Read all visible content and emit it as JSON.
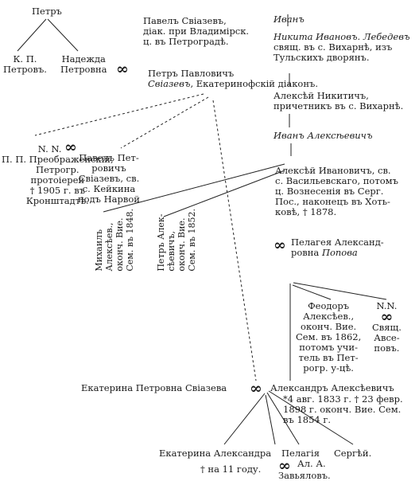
{
  "symbol": "∞",
  "nodes": {
    "petr_root": "Петръ",
    "kp": [
      "К. П.",
      "Петровъ."
    ],
    "nadezhda": [
      "Надежда",
      "Петровна"
    ],
    "pavel_sr": [
      "Павелъ Свіазевъ,",
      "діак. при Владимірск.",
      "ц. въ Петроградѣ."
    ],
    "petr_p": [
      "Петръ Павловичъ",
      "Свіазевъ, Екатеринофскій діаконъ."
    ],
    "petr_p_name": "Петръ Павловичъ",
    "petr_p_surname": "Свіазевъ",
    "petr_p_rest": ", Екатеринофскій діаконъ.",
    "ivan_sr": "Иванъ",
    "nikita": [
      "Никита Ивановъ. Лебедевъ",
      "свящ. въ с. Вихарнѣ, изъ",
      "Тульскихъ дворянъ."
    ],
    "aleksei_n": [
      "Алексѣй Никитичъ,",
      "причетникъ въ с. Вихарнѣ."
    ],
    "ivan_a": "Иванъ Алексѣевичъ",
    "nn_preobr": [
      "N. N.",
      "П. П. Преображенскій,",
      "Петрогр.",
      "протоіерей",
      "† 1905 г. въ",
      "Кронштадтѣ."
    ],
    "pavel_jr": [
      "Павелъ Пет-",
      "ровичъ",
      "Свіазевъ, св.",
      "с. Кейкина",
      "подъ Нарвой"
    ],
    "mikhail": [
      "Михаилъ",
      "Алексѣев.,",
      "оконч. Вие.",
      "Сем. въ 1848."
    ],
    "petr_a": [
      "Петръ Алек-",
      "сѣевичъ,",
      "оконч. Вие.",
      "Сем. въ 1852."
    ],
    "aleksei_iv": [
      "Алексѣй Ивановичъ, св.",
      "с. Васильевскаго, потомъ",
      "ц. Вознесенія въ Серг.",
      "Пос., наконецъ въ Хоть-",
      "ковѣ, † 1878."
    ],
    "pelageya_sr": [
      "Пелагея Александ-",
      "ровна"
    ],
    "pelageya_sr_surname": "Попова",
    "feodor": [
      "Феодоръ",
      "Алексѣев.,",
      "оконч. Вие.",
      "Сем. въ 1862,",
      "потомъ учи-",
      "тель въ Пет-",
      "рогр. у-цѣ."
    ],
    "nn_avsepov": [
      "N.N.",
      "Свящ.",
      "Авсе-",
      "повъ."
    ],
    "ekaterina_p": "Екатерина Петровна Свіазева",
    "aleksandr": "Александръ Алексѣевичъ",
    "aleksandr_info": [
      "*4 авг. 1833 г. † 23 февр.",
      "1898 г. оконч. Вие. Сем.",
      "въ 1854 г."
    ],
    "ekaterina_a": "Екатерина Александра",
    "ekaterina_a_death": "† на 11 году.",
    "pelageya_jr": "Пелагія",
    "sergei": "Сергѣй.",
    "al_a": "Ал. А.",
    "zavyalov": "Завьяловъ."
  }
}
